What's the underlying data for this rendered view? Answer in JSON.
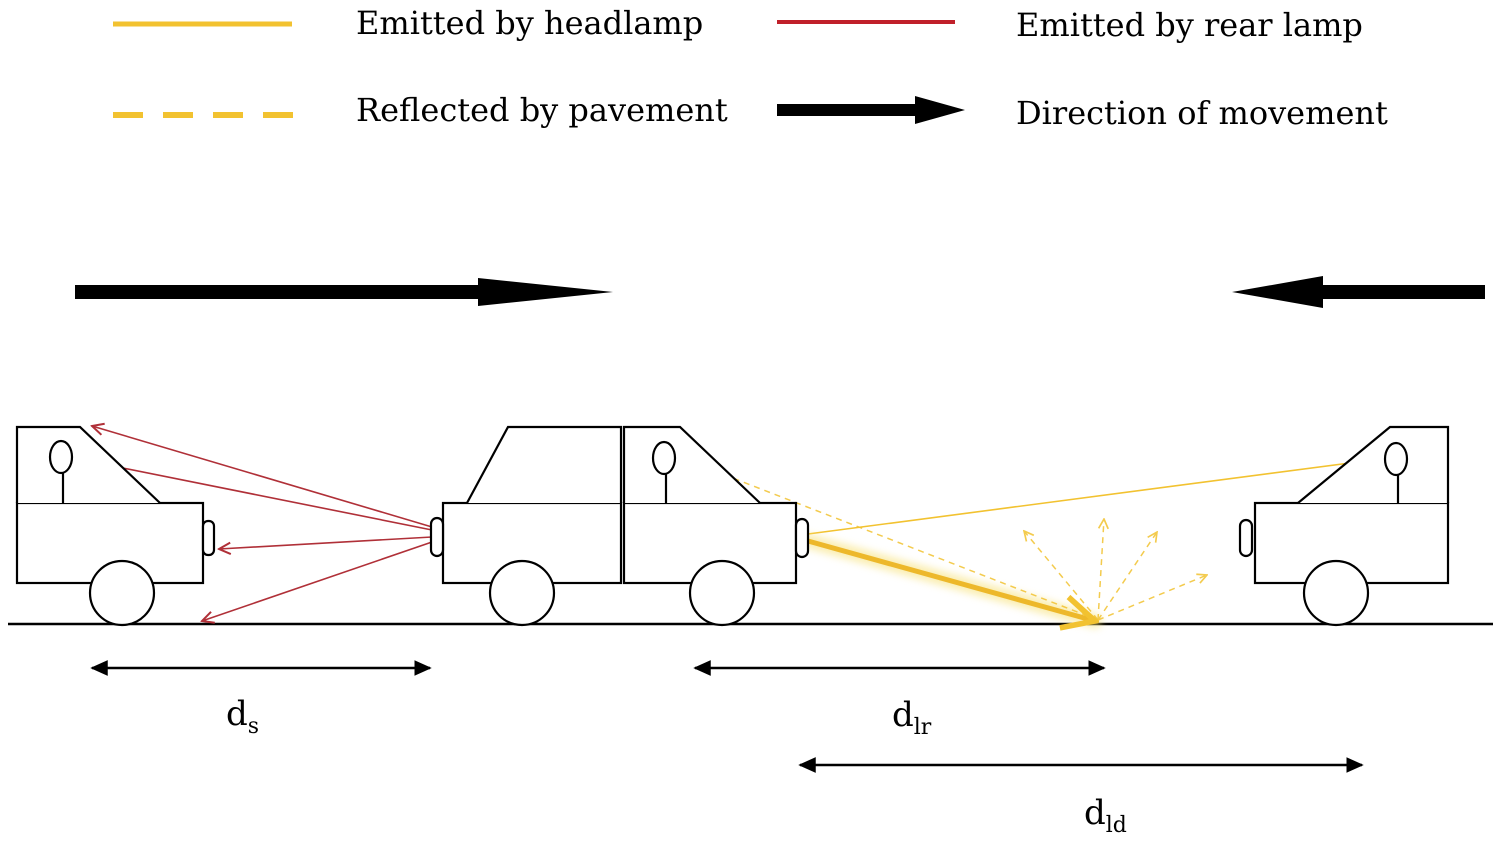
{
  "legend": {
    "headlamp": {
      "label": "Emitted by headlamp",
      "color": "#F2C230"
    },
    "rear_lamp": {
      "label": "Emitted by rear lamp",
      "color": "#C0202A"
    },
    "pavement": {
      "label": "Reflected by pavement",
      "color": "#F2C230"
    },
    "direction": {
      "label": "Direction of movement",
      "color": "#000000"
    }
  },
  "dimensions": {
    "ds": {
      "main": "d",
      "sub": "s"
    },
    "dlr": {
      "main": "d",
      "sub": "lr"
    },
    "dld": {
      "main": "d",
      "sub": "ld"
    }
  },
  "colors": {
    "headlamp": "#F2C230",
    "headlamp_glow": "#F7E27A",
    "rear_lamp": "#B03038",
    "ink": "#000000"
  }
}
